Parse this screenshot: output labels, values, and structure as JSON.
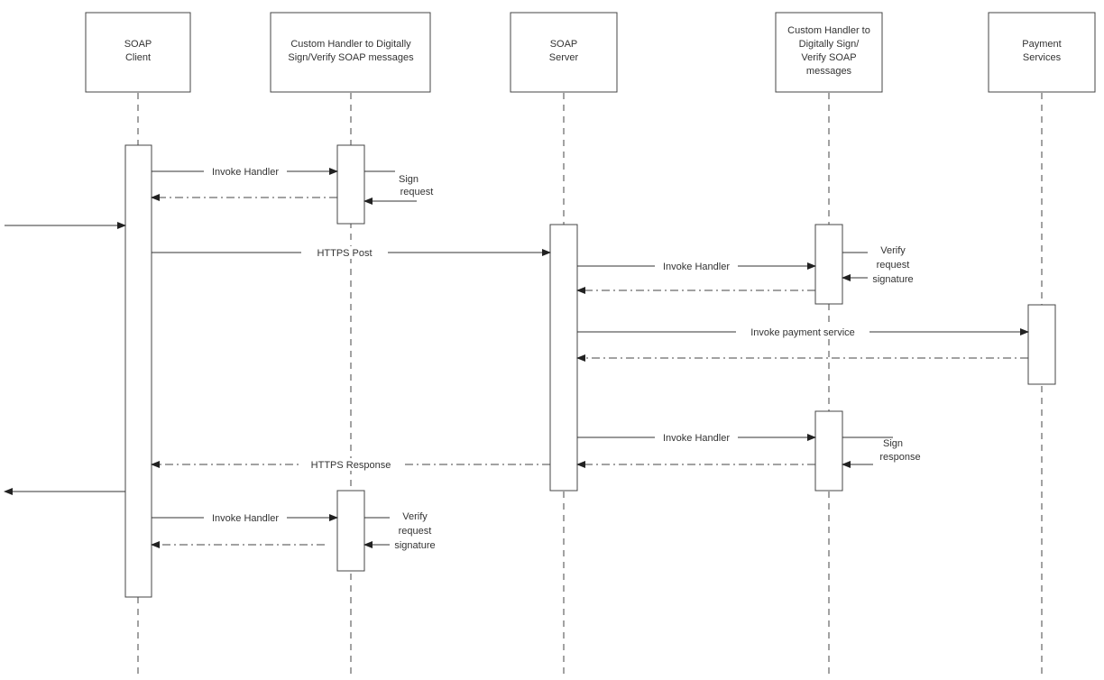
{
  "participants": [
    {
      "id": "client",
      "lines": [
        "SOAP",
        "Client"
      ]
    },
    {
      "id": "handler1",
      "lines": [
        "Custom Handler to Digitally",
        "Sign/Verify SOAP messages"
      ]
    },
    {
      "id": "server",
      "lines": [
        "SOAP",
        "Server"
      ]
    },
    {
      "id": "handler2",
      "lines": [
        "Custom Handler to",
        "Digitally Sign/",
        "Verify SOAP",
        "messages"
      ]
    },
    {
      "id": "payment",
      "lines": [
        "Payment",
        "Services"
      ]
    }
  ],
  "messages": [
    {
      "id": "msg-invoke-handler-1",
      "label": "Invoke Handler",
      "style": "solid"
    },
    {
      "id": "msg-return-1",
      "label": "",
      "style": "dashed"
    },
    {
      "id": "msg-https-post",
      "label": "HTTPS Post",
      "style": "solid"
    },
    {
      "id": "msg-invoke-handler-2",
      "label": "Invoke Handler",
      "style": "solid"
    },
    {
      "id": "msg-return-2",
      "label": "",
      "style": "dashed"
    },
    {
      "id": "msg-invoke-payment",
      "label": "Invoke payment service",
      "style": "solid"
    },
    {
      "id": "msg-return-3",
      "label": "",
      "style": "dashed"
    },
    {
      "id": "msg-invoke-handler-3",
      "label": "Invoke Handler",
      "style": "solid"
    },
    {
      "id": "msg-return-4",
      "label": "",
      "style": "dashed"
    },
    {
      "id": "msg-https-response",
      "label": "HTTPS Response",
      "style": "dashed"
    },
    {
      "id": "msg-invoke-handler-4",
      "label": "Invoke Handler",
      "style": "solid"
    },
    {
      "id": "msg-return-5",
      "label": "",
      "style": "dashed"
    }
  ],
  "self_notes": [
    {
      "id": "self-sign-request",
      "lines": [
        "Sign",
        "request"
      ]
    },
    {
      "id": "self-verify-request-1",
      "lines": [
        "Verify",
        "request",
        "signature"
      ]
    },
    {
      "id": "self-sign-response",
      "lines": [
        "Sign",
        "response"
      ]
    },
    {
      "id": "self-verify-request-2",
      "lines": [
        "Verify",
        "request",
        "signature"
      ]
    }
  ]
}
